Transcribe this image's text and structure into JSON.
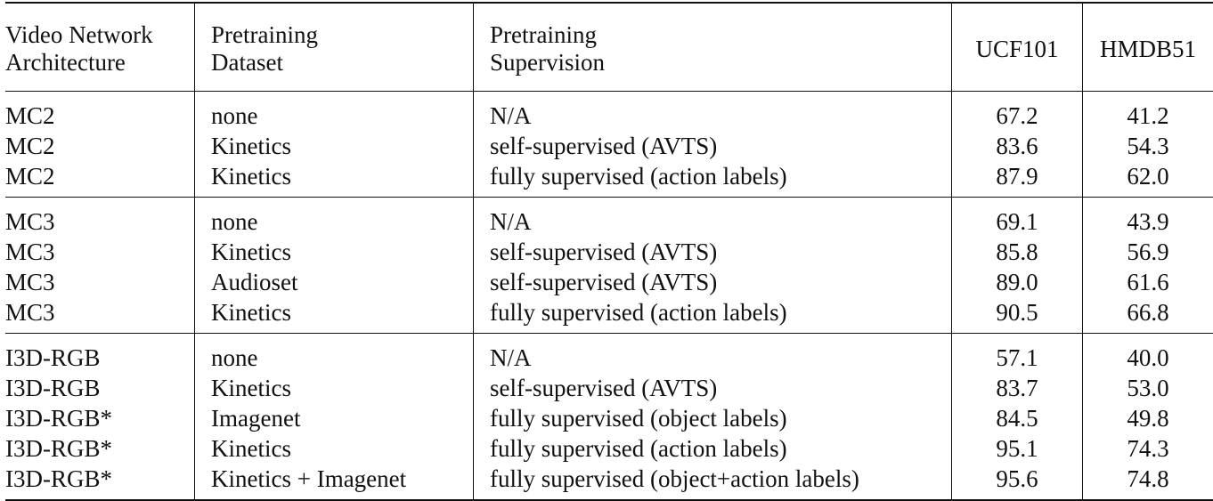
{
  "table": {
    "headers": {
      "architecture": [
        "Video Network",
        "Architecture"
      ],
      "dataset": [
        "Pretraining",
        "Dataset"
      ],
      "supervision": [
        "Pretraining",
        "Supervision"
      ],
      "ucf101": "UCF101",
      "hmdb51": "HMDB51"
    },
    "groups": [
      {
        "rows": [
          {
            "arch": "MC2",
            "dataset": "none",
            "supervision": "N/A",
            "ucf101": "67.2",
            "hmdb51": "41.2"
          },
          {
            "arch": "MC2",
            "dataset": "Kinetics",
            "supervision": "self-supervised (AVTS)",
            "ucf101": "83.6",
            "hmdb51": "54.3"
          },
          {
            "arch": "MC2",
            "dataset": "Kinetics",
            "supervision": "fully supervised (action labels)",
            "ucf101": "87.9",
            "hmdb51": "62.0"
          }
        ]
      },
      {
        "rows": [
          {
            "arch": "MC3",
            "dataset": "none",
            "supervision": "N/A",
            "ucf101": "69.1",
            "hmdb51": "43.9"
          },
          {
            "arch": "MC3",
            "dataset": "Kinetics",
            "supervision": "self-supervised (AVTS)",
            "ucf101": "85.8",
            "hmdb51": "56.9"
          },
          {
            "arch": "MC3",
            "dataset": "Audioset",
            "supervision": "self-supervised (AVTS)",
            "ucf101": "89.0",
            "hmdb51": "61.6"
          },
          {
            "arch": "MC3",
            "dataset": "Kinetics",
            "supervision": "fully supervised (action labels)",
            "ucf101": "90.5",
            "hmdb51": "66.8"
          }
        ]
      },
      {
        "rows": [
          {
            "arch": "I3D-RGB",
            "dataset": "none",
            "supervision": "N/A",
            "ucf101": "57.1",
            "hmdb51": "40.0"
          },
          {
            "arch": "I3D-RGB",
            "dataset": "Kinetics",
            "supervision": "self-supervised (AVTS)",
            "ucf101": "83.7",
            "hmdb51": "53.0"
          },
          {
            "arch": "I3D-RGB*",
            "dataset": "Imagenet",
            "supervision": "fully supervised (object labels)",
            "ucf101": "84.5",
            "hmdb51": "49.8"
          },
          {
            "arch": "I3D-RGB*",
            "dataset": "Kinetics",
            "supervision": "fully supervised (action labels)",
            "ucf101": "95.1",
            "hmdb51": "74.3"
          },
          {
            "arch": "I3D-RGB*",
            "dataset": "Kinetics + Imagenet",
            "supervision": "fully supervised (object+action labels)",
            "ucf101": "95.6",
            "hmdb51": "74.8"
          }
        ]
      }
    ]
  }
}
